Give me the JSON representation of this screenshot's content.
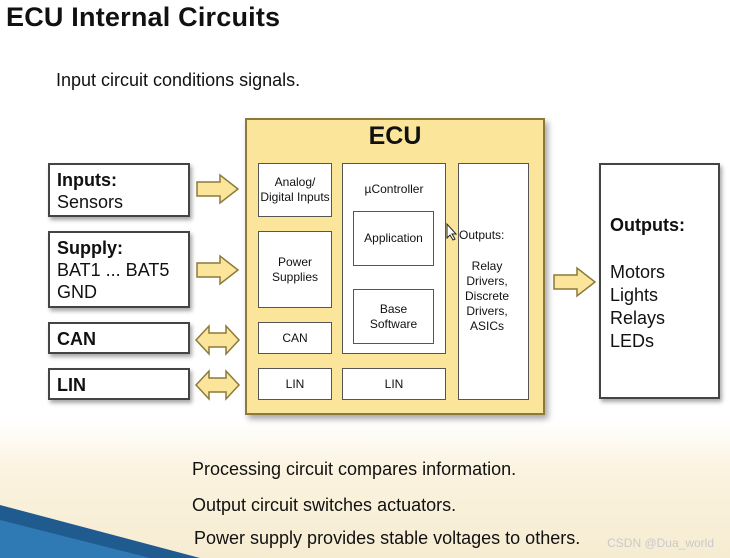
{
  "title": "ECU Internal Circuits",
  "subtitle": "Input circuit conditions signals.",
  "inputs": [
    {
      "heading": "Inputs:",
      "lines": [
        "Sensors"
      ]
    },
    {
      "heading": "Supply:",
      "lines": [
        "BAT1 ... BAT5",
        "GND"
      ]
    },
    {
      "heading": "CAN",
      "lines": []
    },
    {
      "heading": "LIN",
      "lines": []
    }
  ],
  "ecu": {
    "label": "ECU",
    "analog_digital_inputs": "Analog/ Digital Inputs",
    "power_supplies": "Power Supplies",
    "can": "CAN",
    "lin_left": "LIN",
    "microcontroller": "µController",
    "application": "Application",
    "base_software": "Base Software",
    "lin_right": "LIN",
    "outputs_title": "Outputs:",
    "outputs_body": "Relay Drivers, Discrete Drivers, ASICs"
  },
  "outputs": {
    "heading": "Outputs:",
    "items": [
      "Motors",
      "Lights",
      "Relays",
      "LEDs"
    ]
  },
  "bullets": [
    "Processing circuit compares information.",
    "Output circuit switches actuators.",
    "Power supply provides stable voltages to others."
  ],
  "watermark": "CSDN @Dua_world",
  "colors": {
    "ecu_fill": "#fbe59a",
    "arrow_fill": "#fbe59a",
    "arrow_stroke": "#8b7a3a",
    "bottom_wedge": "#1f5b8f"
  }
}
